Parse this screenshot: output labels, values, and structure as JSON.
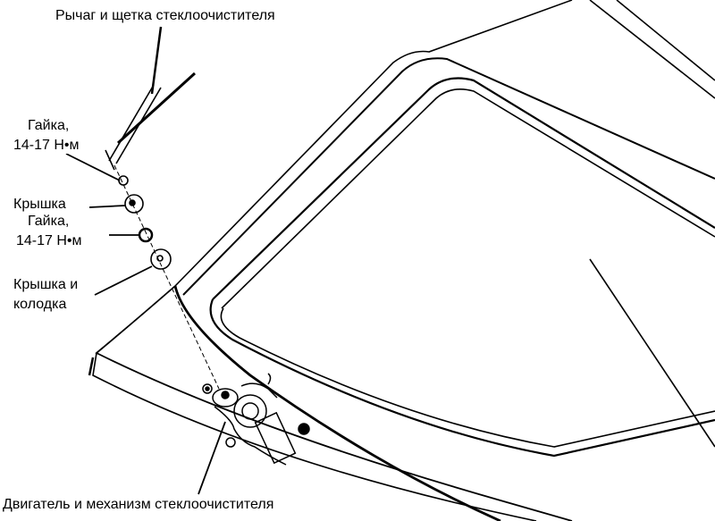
{
  "labels": {
    "wiper_arm": "Рычаг и щетка стеклоочистителя",
    "nut1_name": "Гайка,",
    "nut1_torque": "14-17 Н•м",
    "cap": "Крышка",
    "nut2_name": "Гайка,",
    "nut2_torque": "14-17 Н•м",
    "cap_pad_1": "Крышка и",
    "cap_pad_2": "колодка",
    "motor": "Двигатель и механизм стеклоочистителя"
  }
}
